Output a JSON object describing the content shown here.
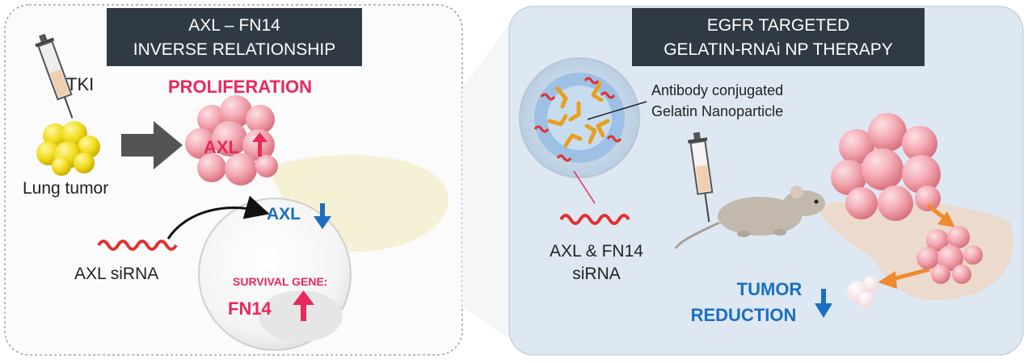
{
  "left_panel": {
    "header_line1": "AXL – FN14",
    "header_line2": "INVERSE RELATIONSHIP",
    "tki_label": "TKI",
    "tumor_label": "Lung tumor",
    "proliferation_label": "PROLIFERATION",
    "axl_up_label": "AXL",
    "axl_down_label": "AXL",
    "sirna_label": "AXL siRNA",
    "survival_label": "SURVIVAL GENE:",
    "fn14_label": "FN14"
  },
  "right_panel": {
    "header_line1": "EGFR TARGETED",
    "header_line2": "GELATIN-RNAi NP THERAPY",
    "np_label_line1": "Antibody conjugated",
    "np_label_line2": "Gelatin Nanoparticle",
    "sirna_line1": "AXL & FN14",
    "sirna_line2": "siRNA",
    "result_line1": "TUMOR",
    "result_line2": "REDUCTION"
  },
  "colors": {
    "header_bg": "#2f3a44",
    "red_accent": "#e8295a",
    "blue_accent": "#1a6fc0",
    "tumor_yellow": "#f2dc1e",
    "tumor_pink": "#f0a0ac",
    "right_panel_bg": "#dde8f2"
  }
}
